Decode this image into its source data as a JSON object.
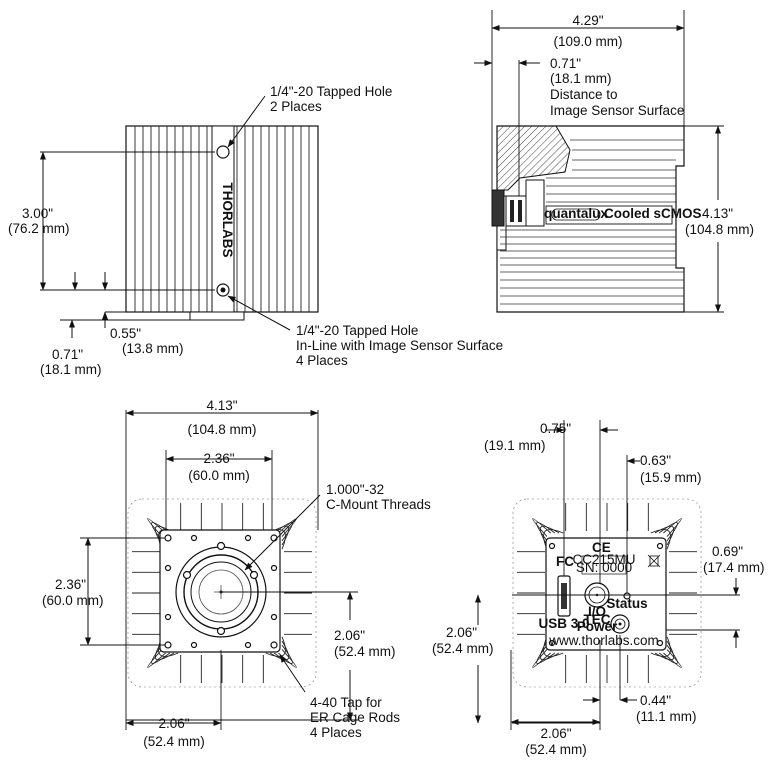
{
  "side_view": {
    "tapped_hole_top_line1": "1/4\"-20 Tapped Hole",
    "tapped_hole_top_line2": "2 Places",
    "dim_300_in": "3.00\"",
    "dim_300_mm": "(76.2 mm)",
    "dim_055": "0.55\"",
    "dim_055_mm": "(13.8 mm)",
    "dim_071_in": "0.71\"",
    "dim_071_mm": "(18.1 mm)",
    "tapped_hole_bottom_line1": "1/4\"-20 Tapped Hole",
    "tapped_hole_bottom_line2": "In-Line with Image Sensor Surface",
    "tapped_hole_bottom_line3": "4 Places",
    "brand": "THORLABS"
  },
  "top_right_view": {
    "dim_429_in": "4.29\"",
    "dim_429_mm": "(109.0 mm)",
    "dim_071_in": "0.71\"",
    "dim_071_mm": "(18.1 mm)",
    "distance_line1": "Distance to",
    "distance_line2": "Image Sensor Surface",
    "dim_413_in": "4.13\"",
    "dim_413_mm": "(104.8 mm)",
    "product_brand": "quantalux",
    "product_type": "Cooled sCMOS"
  },
  "front_view": {
    "dim_413_in": "4.13\"",
    "dim_413_mm": "(104.8 mm)",
    "dim_236_in": "2.36\"",
    "dim_236_mm": "(60.0 mm)",
    "cmount_line1": "1.000\"-32",
    "cmount_line2": "C-Mount Threads",
    "dim_236_left_in": "2.36\"",
    "dim_236_left_mm": "(60.0 mm)",
    "dim_206_right_in": "2.06\"",
    "dim_206_right_mm": "(52.4 mm)",
    "dim_206_bottom_in": "2.06\"",
    "dim_206_bottom_mm": "(52.4 mm)",
    "cage_line1": "4-40 Tap for",
    "cage_line2": "ER Cage Rods",
    "cage_line3": "4 Places"
  },
  "back_view": {
    "dim_075_in": "0.75\"",
    "dim_075_mm": "(19.1 mm)",
    "dim_063_in": "0.63\"",
    "dim_063_mm": "(15.9 mm)",
    "dim_069_in": "0.69\"",
    "dim_069_mm": "(17.4 mm)",
    "dim_206_left_in": "2.06\"",
    "dim_206_left_mm": "(52.4 mm)",
    "dim_044_in": "0.44\"",
    "dim_044_mm": "(11.1 mm)",
    "dim_206_bottom_in": "2.06\"",
    "dim_206_bottom_mm": "(52.4 mm)",
    "label_usb": "USB 3.0",
    "label_io": "I/O",
    "label_status": "Status",
    "label_tec": "TEC",
    "label_power": "Power",
    "label_fcc": "FC",
    "label_ce": "CE",
    "label_model": "CC215MU",
    "label_sn": "SN: 0000",
    "label_url": "www.thorlabs.com"
  }
}
